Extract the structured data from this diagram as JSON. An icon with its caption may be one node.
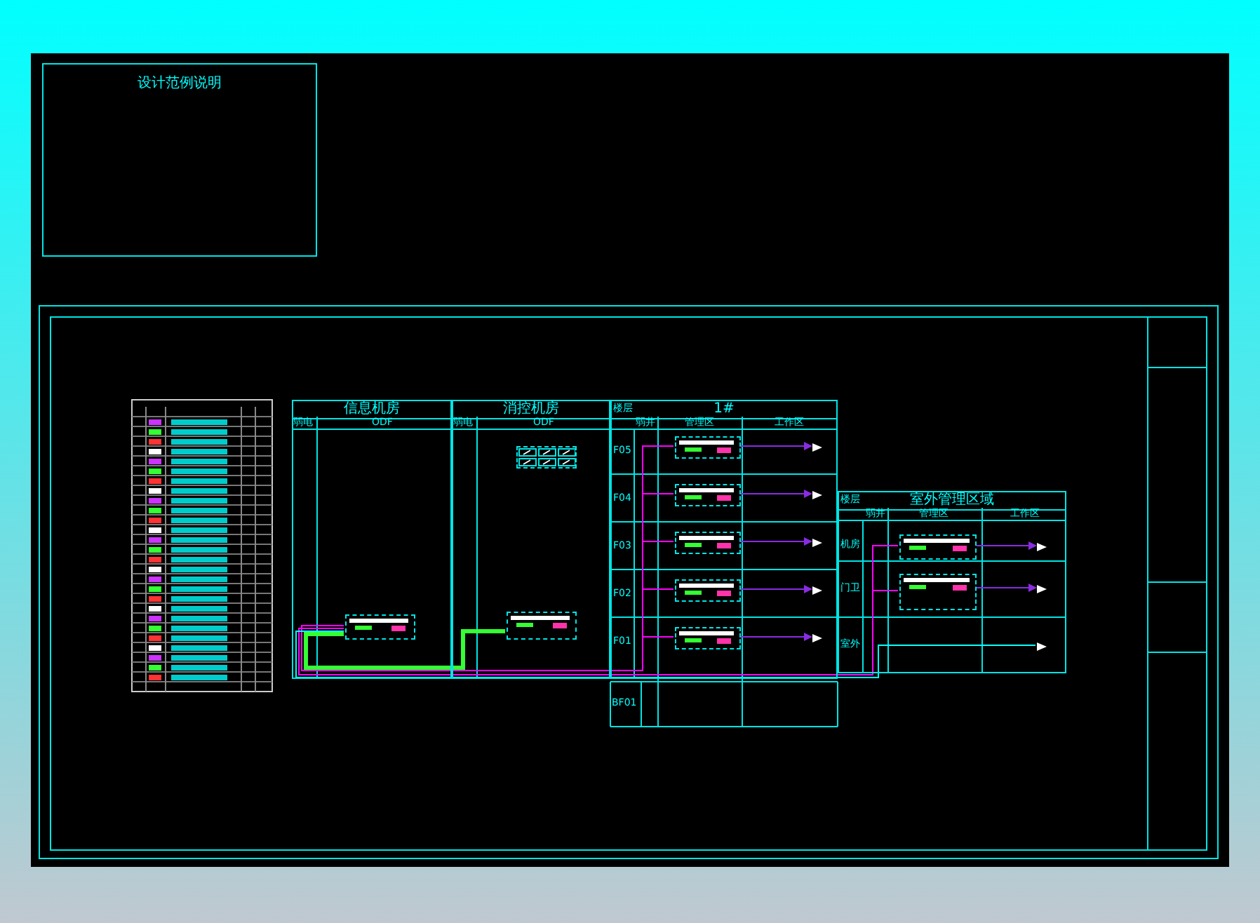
{
  "diagram": {
    "nodes": [
      {
        "text": [
          "设计范例说明"
        ]
      },
      {
        "text": [
          "信息机房"
        ]
      },
      {
        "text": [],
        "shape": "box",
        "in": 1
      },
      {
        "text": [
          "消控机房"
        ]
      },
      {
        "text": [],
        "shape": "box",
        "in": 3
      },
      {
        "text": [],
        "shape": "box",
        "in": 3
      },
      {
        "text": [
          "1#"
        ]
      },
      {
        "text": [],
        "shape": "box",
        "in": 6
      },
      {
        "text": [],
        "shape": "box",
        "in": 6
      },
      {
        "text": [],
        "shape": "box",
        "in": 6
      },
      {
        "text": [],
        "shape": "box",
        "in": 6
      },
      {
        "text": [],
        "shape": "box",
        "in": 6
      },
      {
        "text": [
          "室外管理区域"
        ]
      },
      {
        "text": [],
        "shape": "box",
        "in": 12
      },
      {
        "text": [],
        "shape": "box",
        "in": 12
      },
      {
        "text": [],
        "shape": "triangle",
        "in": 6
      },
      {
        "text": [],
        "shape": "triangle",
        "in": 6
      },
      {
        "text": [],
        "shape": "triangle",
        "in": 6
      },
      {
        "text": [],
        "shape": "triangle",
        "in": 6
      },
      {
        "text": [],
        "shape": "triangle",
        "in": 6
      },
      {
        "text": [],
        "shape": "triangle",
        "in": 12
      },
      {
        "text": [],
        "shape": "triangle",
        "in": 12
      },
      {
        "text": [],
        "shape": "triangle",
        "in": 12
      }
    ],
    "edges": [
      {
        "from": 2,
        "to": 7,
        "arrow": "none",
        "color": "#ff00ff"
      },
      {
        "from": 2,
        "to": 8,
        "arrow": "none",
        "color": "#ff00ff"
      },
      {
        "from": 2,
        "to": 9,
        "arrow": "none",
        "color": "#ff00ff"
      },
      {
        "from": 2,
        "to": 10,
        "arrow": "none",
        "color": "#ff00ff"
      },
      {
        "from": 2,
        "to": 11,
        "arrow": "none",
        "color": "#ff00ff"
      },
      {
        "from": 2,
        "to": 13,
        "arrow": "none",
        "color": "#ff00ff"
      },
      {
        "from": 2,
        "to": 14,
        "arrow": "none",
        "color": "#ff00ff"
      },
      {
        "from": 2,
        "to": 22,
        "arrow": "none",
        "color": "#00ffff"
      },
      {
        "from": 5,
        "to": 2,
        "arrow": "none",
        "color": "#33ff33",
        "style": "thick"
      },
      {
        "from": 7,
        "to": 15,
        "arrow": "to",
        "color": "#8a2be2"
      },
      {
        "from": 8,
        "to": 16,
        "arrow": "to",
        "color": "#8a2be2"
      },
      {
        "from": 9,
        "to": 17,
        "arrow": "to",
        "color": "#8a2be2"
      },
      {
        "from": 10,
        "to": 18,
        "arrow": "to",
        "color": "#8a2be2"
      },
      {
        "from": 11,
        "to": 19,
        "arrow": "to",
        "color": "#8a2be2"
      },
      {
        "from": 13,
        "to": 20,
        "arrow": "to",
        "color": "#8a2be2"
      },
      {
        "from": 14,
        "to": 21,
        "arrow": "to",
        "color": "#8a2be2"
      }
    ],
    "labels": [
      "弱电",
      "ODF",
      "弱电",
      "ODF",
      "楼层",
      "弱井",
      "管理区",
      "工作区",
      "F05",
      "F04",
      "F03",
      "F02",
      "F01",
      "楼层",
      "弱井",
      "管理区",
      "工作区",
      "机房",
      "门卫",
      "室外",
      "BF01"
    ]
  }
}
